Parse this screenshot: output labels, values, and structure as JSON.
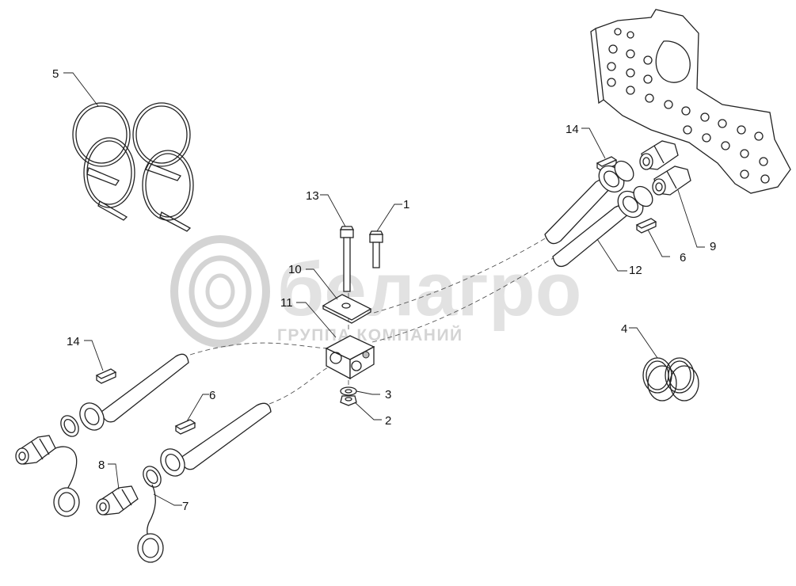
{
  "watermark": {
    "brand": "белагро",
    "tagline": "ГРУППА КОМПАНИЙ"
  },
  "callouts": [
    {
      "id": "c5",
      "label": "5"
    },
    {
      "id": "c13",
      "label": "13"
    },
    {
      "id": "c1",
      "label": "1"
    },
    {
      "id": "c10",
      "label": "10"
    },
    {
      "id": "c11",
      "label": "11"
    },
    {
      "id": "c14a",
      "label": "14"
    },
    {
      "id": "c14b",
      "label": "14"
    },
    {
      "id": "c6a",
      "label": "6"
    },
    {
      "id": "c6b",
      "label": "6"
    },
    {
      "id": "c3",
      "label": "3"
    },
    {
      "id": "c2",
      "label": "2"
    },
    {
      "id": "c8",
      "label": "8"
    },
    {
      "id": "c7",
      "label": "7"
    },
    {
      "id": "c12",
      "label": "12"
    },
    {
      "id": "c9",
      "label": "9"
    },
    {
      "id": "c4",
      "label": "4"
    }
  ]
}
